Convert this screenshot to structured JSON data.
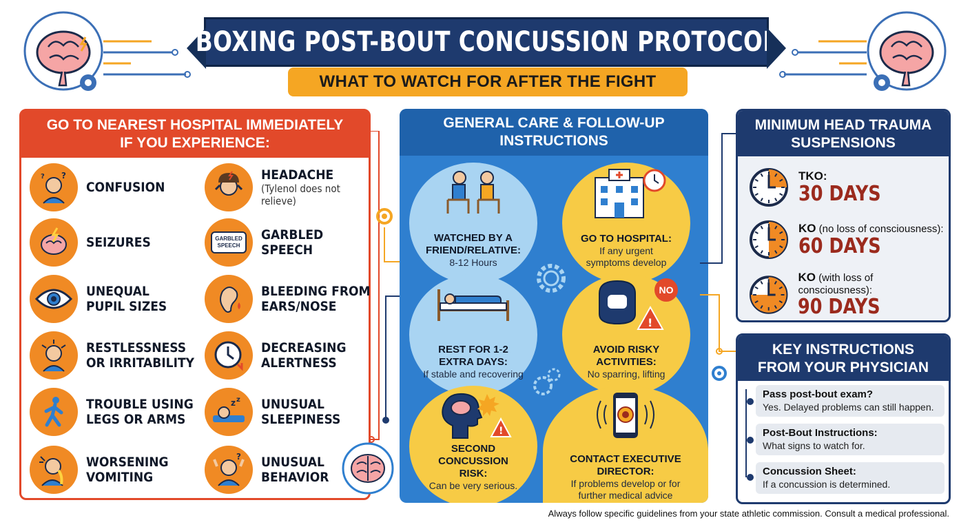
{
  "header": {
    "title": "BOXING POST-BOUT CONCUSSION PROTOCOL",
    "subtitle": "WHAT TO WATCH FOR AFTER THE FIGHT"
  },
  "hospital_panel": {
    "title_line1": "GO TO NEAREST HOSPITAL IMMEDIATELY",
    "title_line2": "IF YOU EXPERIENCE:",
    "symptoms": [
      {
        "line1": "CONFUSION",
        "line2": "",
        "note": "",
        "icon": "confused-person-icon"
      },
      {
        "line1": "HEADACHE",
        "line2": "",
        "note": "(Tylenol does not relieve)",
        "icon": "headache-icon"
      },
      {
        "line1": "SEIZURES",
        "line2": "",
        "note": "",
        "icon": "brain-lightning-icon"
      },
      {
        "line1": "GARBLED",
        "line2": "SPEECH",
        "note": "",
        "icon": "speech-bubble-icon",
        "bubble": "GARBLED SPEECH"
      },
      {
        "line1": "UNEQUAL",
        "line2": "PUPIL SIZES",
        "note": "",
        "icon": "eye-icon"
      },
      {
        "line1": "BLEEDING FROM",
        "line2": "EARS/NOSE",
        "note": "",
        "icon": "ear-blood-icon"
      },
      {
        "line1": "RESTLESSNESS",
        "line2": "OR IRRITABILITY",
        "note": "",
        "icon": "irritated-person-icon"
      },
      {
        "line1": "DECREASING",
        "line2": "ALERTNESS",
        "note": "",
        "icon": "clock-down-icon"
      },
      {
        "line1": "TROUBLE USING",
        "line2": "LEGS OR ARMS",
        "note": "",
        "icon": "stumbling-person-icon"
      },
      {
        "line1": "UNUSUAL",
        "line2": "SLEEPINESS",
        "note": "",
        "icon": "sleeping-person-icon"
      },
      {
        "line1": "WORSENING",
        "line2": "VOMITING",
        "note": "",
        "icon": "vomiting-person-icon"
      },
      {
        "line1": "UNUSUAL",
        "line2": "BEHAVIOR",
        "note": "",
        "icon": "question-person-icon"
      }
    ]
  },
  "care_panel": {
    "title_line1": "GENERAL CARE & FOLLOW-UP",
    "title_line2": "INSTRUCTIONS",
    "items": [
      {
        "title": "WATCHED BY A FRIEND/RELATIVE:",
        "note": "8-12 Hours",
        "icon": "two-people-sitting-icon"
      },
      {
        "title": "GO TO HOSPITAL:",
        "note": "If any urgent symptoms develop",
        "icon": "hospital-clock-icon"
      },
      {
        "title": "REST FOR 1-2 EXTRA DAYS:",
        "note": "If stable and recovering",
        "icon": "bed-rest-icon"
      },
      {
        "title": "AVOID RISKY ACTIVITIES:",
        "note": "No sparring, lifting",
        "icon": "headgear-warning-icon",
        "badge": "NO"
      },
      {
        "title": "SECOND CONCUSSION RISK:",
        "note": "Can be very serious.",
        "icon": "head-impact-warning-icon"
      },
      {
        "title": "CONTACT EXECUTIVE DIRECTOR:",
        "note": "If problems develop or for further medical advice",
        "icon": "phone-seal-icon"
      }
    ]
  },
  "suspension_panel": {
    "title_line1": "MINIMUM HEAD TRAUMA",
    "title_line2": "SUSPENSIONS",
    "items": [
      {
        "label": "TKO:",
        "qualifier": "",
        "days": "30 DAYS",
        "fill": 0.25
      },
      {
        "label": "KO",
        "qualifier": "(no loss of consciousness):",
        "days": "60 DAYS",
        "fill": 0.5
      },
      {
        "label": "KO",
        "qualifier": "(with loss of consciousness):",
        "days": "90 DAYS",
        "fill": 0.75
      }
    ]
  },
  "physician_panel": {
    "title_line1": "KEY INSTRUCTIONS",
    "title_line2": "FROM YOUR PHYSICIAN",
    "items": [
      {
        "title": "Pass post-bout exam?",
        "note": "Yes. Delayed problems can still happen."
      },
      {
        "title": "Post-Bout Instructions:",
        "note": "What signs to watch for."
      },
      {
        "title": "Concussion Sheet:",
        "note": "If a concussion is determined."
      }
    ]
  },
  "footer": "Always follow specific guidelines from your state athletic commission. Consult a medical professional.",
  "colors": {
    "navy": "#1e3a6e",
    "alert_red": "#e2492a",
    "orange": "#f08a24",
    "amber": "#f5a623",
    "care_blue": "#2f7fcf",
    "care_yellow": "#f7cb45",
    "days_red": "#9b2a1d"
  }
}
